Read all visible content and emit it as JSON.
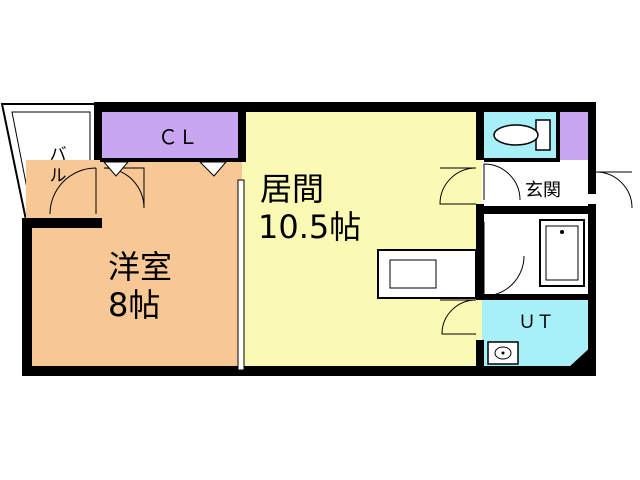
{
  "floor_plan": {
    "colors": {
      "western_room": "#f7c795",
      "living_room": "#fafab5",
      "closet": "#c8a6f0",
      "wet_area": "#a7f0f7",
      "wall": "#000000",
      "balcony": "#ffffff"
    },
    "rooms": {
      "balcony": {
        "label": "バル"
      },
      "closet": {
        "label": "ＣＬ"
      },
      "western_room": {
        "label_line1": "洋室",
        "label_line2": "8帖"
      },
      "living_room": {
        "label_line1": "居間",
        "label_line2": "10.5帖"
      },
      "entrance": {
        "label": "玄関"
      },
      "utility": {
        "label": "ＵＴ"
      }
    }
  }
}
